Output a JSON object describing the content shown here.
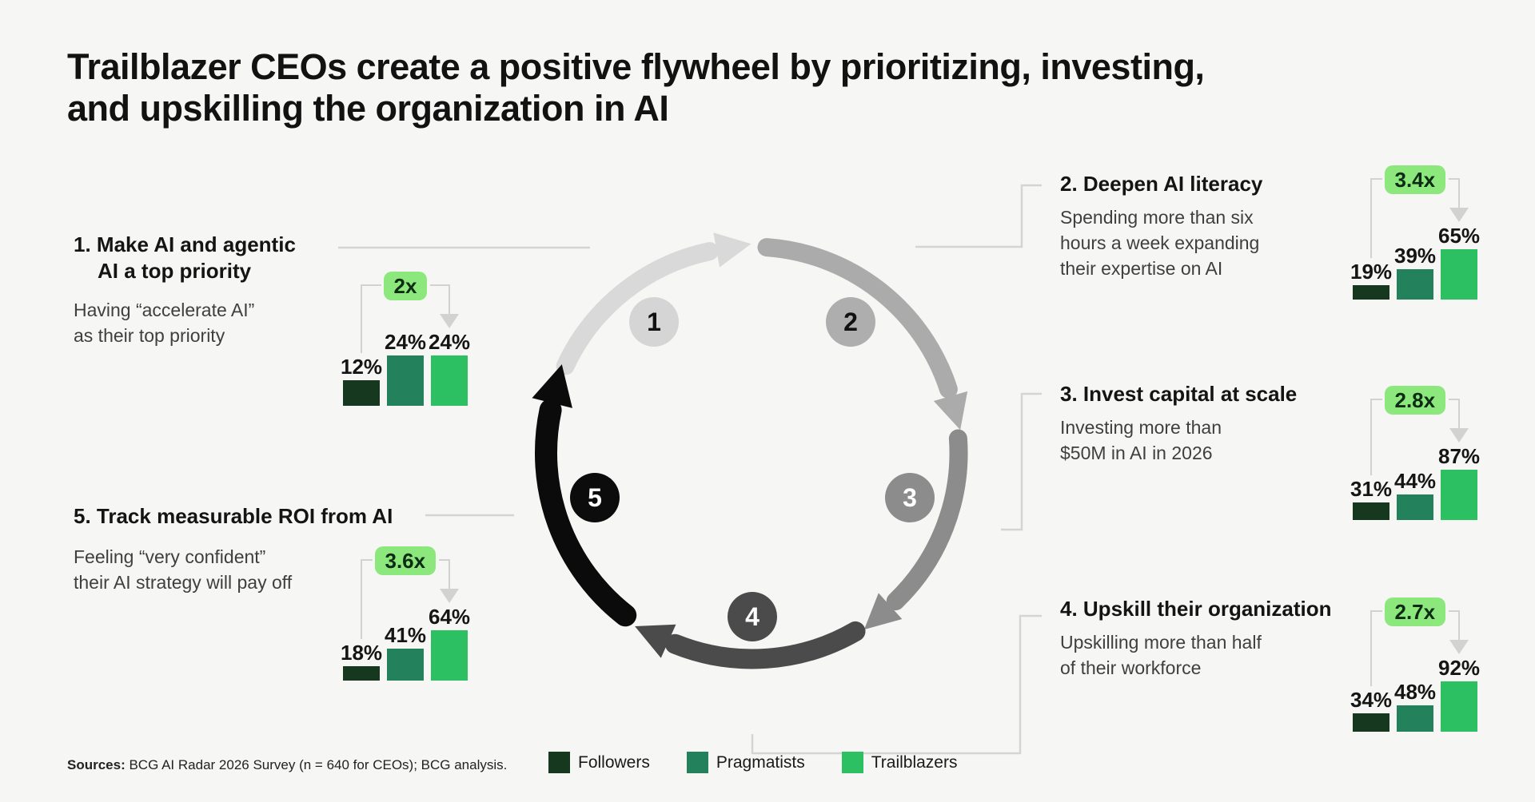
{
  "page": {
    "background": "#f6f6f4",
    "title_lines": [
      "Trailblazer CEOs create a positive flywheel by prioritizing, investing,",
      "and upskilling the organization in AI"
    ]
  },
  "colors": {
    "series": [
      "#16381e",
      "#23815b",
      "#2cc063"
    ],
    "badge_bg": "#8ce87d",
    "connector_gray": "#d4d4d4",
    "arc_colors": [
      "#d9d9d9",
      "#ababab",
      "#8c8c8c",
      "#4b4b4b",
      "#0b0b0b"
    ]
  },
  "flywheel": {
    "steps": [
      {
        "number": "1"
      },
      {
        "number": "2"
      },
      {
        "number": "3"
      },
      {
        "number": "4"
      },
      {
        "number": "5"
      }
    ]
  },
  "sections": [
    {
      "title_lines": [
        "1. Make AI and agentic",
        "AI a top priority"
      ],
      "body_lines": [
        "Having “accelerate AI”",
        "as their top priority"
      ]
    },
    {
      "title_lines": [
        "2. Deepen AI literacy"
      ],
      "body_lines": [
        "Spending more than six",
        "hours a week expanding",
        "their expertise on AI"
      ]
    },
    {
      "title_lines": [
        "3. Invest capital at scale"
      ],
      "body_lines": [
        "Investing more than",
        "$50M in AI in 2026"
      ]
    },
    {
      "title_lines": [
        "4. Upskill their organization"
      ],
      "body_lines": [
        "Upskilling more than half",
        "of their workforce"
      ]
    },
    {
      "title_lines": [
        "5. Track measurable ROI from AI"
      ],
      "body_lines": [
        "Feeling “very confident”",
        "their AI strategy will pay off"
      ]
    }
  ],
  "chart_data": [
    {
      "type": "bar",
      "title": "1. Make AI and agentic AI a top priority",
      "categories": [
        "Followers",
        "Pragmatists",
        "Trailblazers"
      ],
      "values": [
        12,
        24,
        24
      ],
      "unit": "%",
      "multiplier": "2x"
    },
    {
      "type": "bar",
      "title": "2. Deepen AI literacy",
      "categories": [
        "Followers",
        "Pragmatists",
        "Trailblazers"
      ],
      "values": [
        19,
        39,
        65
      ],
      "unit": "%",
      "multiplier": "3.4x"
    },
    {
      "type": "bar",
      "title": "3. Invest capital at scale",
      "categories": [
        "Followers",
        "Pragmatists",
        "Trailblazers"
      ],
      "values": [
        31,
        44,
        87
      ],
      "unit": "%",
      "multiplier": "2.8x"
    },
    {
      "type": "bar",
      "title": "4. Upskill their organization",
      "categories": [
        "Followers",
        "Pragmatists",
        "Trailblazers"
      ],
      "values": [
        34,
        48,
        92
      ],
      "unit": "%",
      "multiplier": "2.7x"
    },
    {
      "type": "bar",
      "title": "5. Track measurable ROI from AI",
      "categories": [
        "Followers",
        "Pragmatists",
        "Trailblazers"
      ],
      "values": [
        18,
        41,
        64
      ],
      "unit": "%",
      "multiplier": "3.6x"
    }
  ],
  "legend": {
    "items": [
      {
        "label": "Followers",
        "color": "#16381e"
      },
      {
        "label": "Pragmatists",
        "color": "#23815b"
      },
      {
        "label": "Trailblazers",
        "color": "#2cc063"
      }
    ]
  },
  "footer": {
    "sources_label": "Sources:",
    "sources_text": " BCG AI Radar 2026 Survey (n = 640 for CEOs); BCG analysis."
  }
}
